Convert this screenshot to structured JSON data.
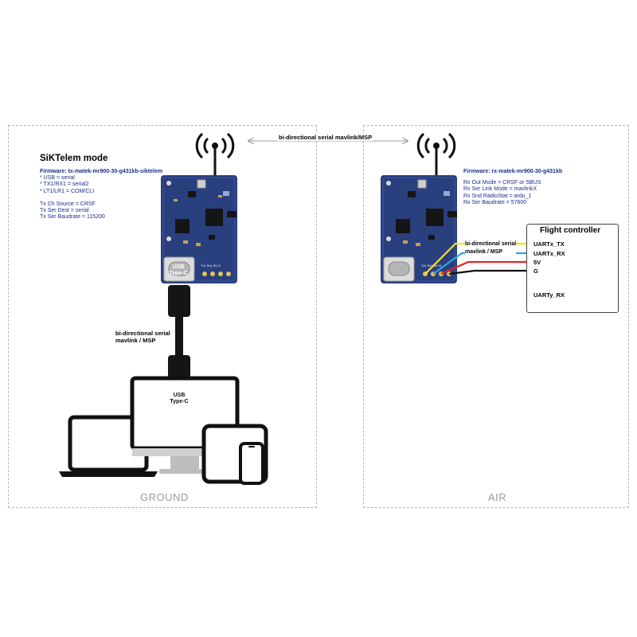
{
  "header": {
    "link_label": "bi-directional serial mavlink/MSP"
  },
  "ground": {
    "panel_label": "GROUND",
    "mode_title": "SiKTelem mode",
    "firmware": "Firmware: tx-matek-mr900-30-g431kb-siktelem",
    "settings_a": [
      "* USB = serial",
      "* TX1/RX1 = serial2",
      "* LT1/LR1 = COM/CLI"
    ],
    "settings_b": [
      "Tx Ch Source = CRSF",
      "Tx Ser Dest = serial",
      "Tx Ser Baudrate = 115200"
    ],
    "cable_label_1": "bi-directional serial",
    "cable_label_2": "mavlink / MSP",
    "usb_port_line1": "USB",
    "usb_port_line2": "Type-C",
    "usb_plug_line1": "USB",
    "usb_plug_line2": "Type-C"
  },
  "air": {
    "panel_label": "AIR",
    "firmware": "Firmware: rx-matek-mr900-30-g431kb",
    "settings": [
      "Rx Out Mode = CRSF or SBUS",
      "Rx Ser Link Mode = mavlinkX",
      "Rx Snd RadioStat = ardu_1",
      "Rx Ser Baudrate = 57600"
    ],
    "wire_label_1": "bi-directional serial",
    "wire_label_2": "mavlink / MSP"
  },
  "flight_controller": {
    "title": "Flight controller",
    "pins": [
      "UARTx_TX",
      "UARTx_RX",
      "5V",
      "G",
      "UARTy_RX"
    ]
  },
  "colors": {
    "board": "#2a3f7e",
    "wire_tx": "#f2e21a",
    "wire_rx": "#2aa6e0",
    "wire_5v": "#e0232b",
    "wire_gnd": "#111111",
    "config_text": "#1a2e8c",
    "panel_border": "#b5b5b5"
  },
  "icons": [
    "antenna-icon",
    "laptop-icon",
    "desktop-monitor-icon",
    "tablet-icon",
    "phone-icon",
    "usb-cable-icon"
  ]
}
